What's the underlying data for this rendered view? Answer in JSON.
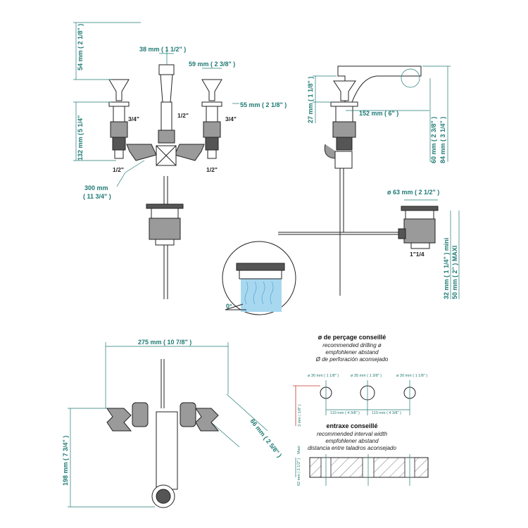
{
  "views": {
    "front": {
      "dims": {
        "top_height": "54 mm ( 2 1/8\" )",
        "spout_width": "38 mm ( 1 1/2\" )",
        "handle_width": "59 mm ( 2 3/8\" )",
        "deck_depth": "55 mm ( 2 1/8\" )",
        "body_height_a": "5 1/4\"",
        "body_height_b": "132 mm (",
        "hose_length": "300 mm",
        "hose_length_in": "( 11 3/4\" )"
      },
      "fittings": {
        "left_thread": "3/4\"",
        "left_outlet": "1/2\"",
        "center_thread": "1/2\"",
        "right_thread": "3/4\"",
        "right_outlet": "1/2\""
      }
    },
    "side": {
      "dims": {
        "spout_rise": "27 mm ( 1 1/8\" )",
        "spout_reach": "152 mm ( 6\" )",
        "spout_height": "60 mm ( 2 3/8\" )",
        "total_height": "84 mm ( 3 1/4\" )",
        "waste_diameter": "ø  63 mm  ( 2 1/2\" )",
        "waste_min": "32 mm ( 1 1/4\" ) mini",
        "waste_max": "50 mm ( 2\" ) MAXI",
        "waste_thread": "1\"1/4"
      },
      "detail_angle": "0°"
    },
    "top": {
      "dims": {
        "overall_width": "275 mm ( 10 7/8\" )",
        "overall_depth": "198 mm ( 7 3/4\" )",
        "diagonal": "66 mm ( 2 5/8\" )"
      }
    }
  },
  "drilling": {
    "title": "ø de perçage conseillé",
    "lines": [
      "recommended drilling ø",
      "empfohlener abstand",
      "Ø de perforación aconsejado"
    ],
    "holes": [
      "ø  30 mm  ( 1 1/8\" )",
      "ø  35 mm  ( 1 3/8\" )",
      "ø  30 mm  ( 1 1/8\" )"
    ],
    "spacing_left": "110 mm ( 4 3/8\" )",
    "spacing_right": "110 mm ( 4 3/8\" )",
    "thickness": "3 mm ( 1/8\" )"
  },
  "interval": {
    "title": "entraxe conseillé",
    "lines": [
      "recommended interval width",
      "empfohlener abstand",
      "distancia entre taladros aconsejado"
    ],
    "max_thickness_a": "62 mm ( 2 1/2\" )",
    "max_thickness_b": "Maxi"
  }
}
